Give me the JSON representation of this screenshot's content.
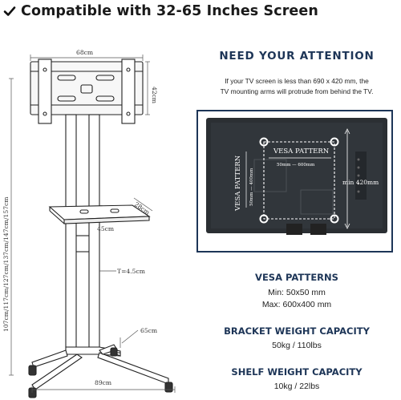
{
  "header": {
    "title": "Compatible with 32-65 Inches Screen"
  },
  "stand_dims": {
    "width_top": "68cm",
    "height_bracket": "42cm",
    "shelf_depth": "28cm",
    "shelf_width": "45cm",
    "pole_thickness": "T=4.5cm",
    "height_range": "107cm/117cm/127cm/137cm/147cm/157cm",
    "base_depth": "65cm",
    "base_width": "89cm"
  },
  "attention": {
    "title": "NEED YOUR ATTENTION",
    "note_line1": "If your TV screen is less than 690 x 420 mm, the",
    "note_line2": "TV mounting arms will protrude from behind the TV."
  },
  "tv_diagram": {
    "vesa_horizontal_label": "VESA PATTERN",
    "vesa_horizontal_range": "50mm — 600mm",
    "vesa_vertical_label": "VESA PATTERN",
    "vesa_vertical_range": "50mm — 400mm",
    "min_height": "min 420mm"
  },
  "vesa": {
    "title": "VESA PATTERNS",
    "min": "Min: 50x50 mm",
    "max": "Max: 600x400 mm"
  },
  "bracket": {
    "title": "BRACKET WEIGHT CAPACITY",
    "value": "50kg / 110lbs"
  },
  "shelf": {
    "title": "SHELF WEIGHT CAPACITY",
    "value": "10kg / 22lbs"
  },
  "colors": {
    "accent": "#1d3557",
    "stand_line": "#222222",
    "tv_back": "#2b2f33",
    "marker": "#ffffff"
  }
}
